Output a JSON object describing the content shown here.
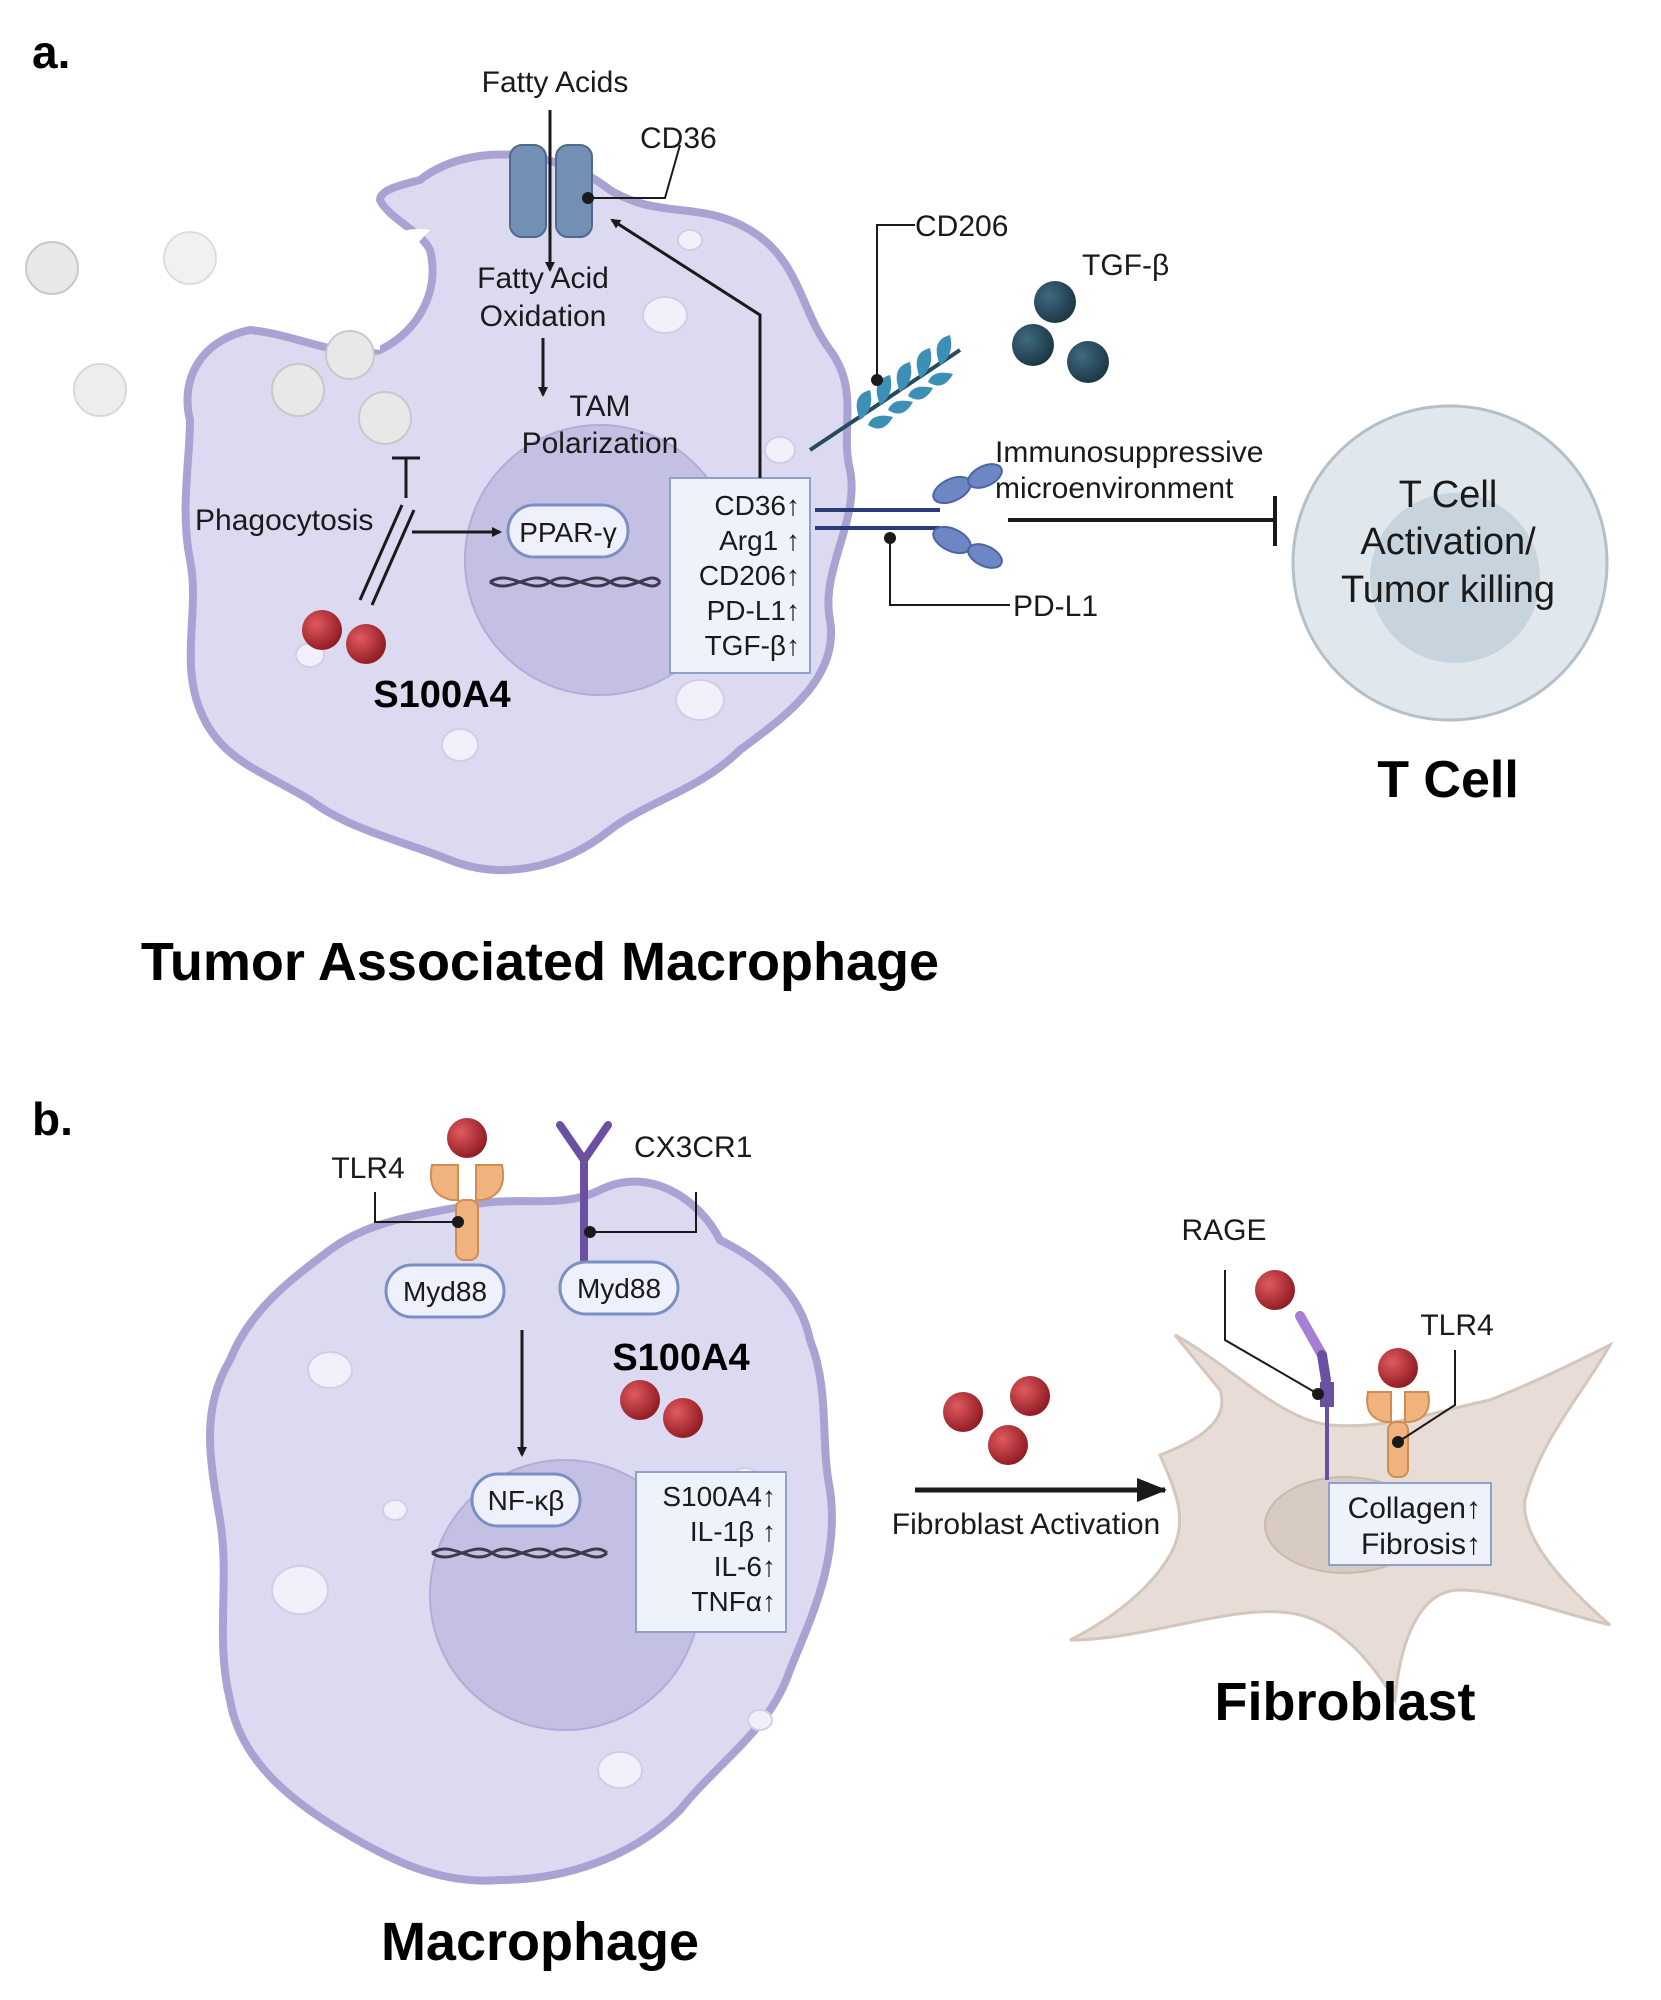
{
  "panel_a": {
    "letter": "a.",
    "fatty_acids": "Fatty Acids",
    "cd36": "CD36",
    "fao_line1": "Fatty Acid",
    "fao_line2": "Oxidation",
    "tam_line1": "TAM",
    "tam_line2": "Polarization",
    "ppar": "PPAR-γ",
    "phagocytosis": "Phagocytosis",
    "s100a4": "S100A4",
    "cd206": "CD206",
    "tgfb": "TGF-β",
    "immuno_line1": "Immunosuppressive",
    "immuno_line2": "microenvironment",
    "pdl1": "PD-L1",
    "markers": [
      "CD36↑",
      "Arg1 ↑",
      "CD206↑",
      "PD-L1↑",
      "TGF-β↑"
    ],
    "tcell_inner": [
      "T Cell",
      "Activation/",
      "Tumor killing"
    ],
    "tcell_title": "T Cell",
    "macrophage_title": "Tumor Associated Macrophage"
  },
  "panel_b": {
    "letter": "b.",
    "tlr4": "TLR4",
    "cx3cr1": "CX3CR1",
    "myd88_a": "Myd88",
    "myd88_b": "Myd88",
    "s100a4": "S100A4",
    "nfkb": "NF-κβ",
    "markers": [
      "S100A4↑",
      "IL-1β ↑",
      "IL-6↑",
      "TNFα↑"
    ],
    "fibro_activation": "Fibroblast Activation",
    "rage": "RAGE",
    "tlr4_fibro": "TLR4",
    "fibro_markers": [
      "Collagen↑",
      "Fibrosis↑"
    ],
    "fibroblast_title": "Fibroblast",
    "macrophage_title": "Macrophage"
  },
  "colors": {
    "cell_fill": "#dcdaf0",
    "cell_stroke": "#a9a3d4",
    "nucleus": "#c4c0e4",
    "s100a4_red": "#b3242c",
    "tgfb_teal": "#274b5c",
    "receptor_blue": "#6d86c4",
    "tcell_outer": "#e1e8ed",
    "fibroblast": "#e8ddd6"
  }
}
